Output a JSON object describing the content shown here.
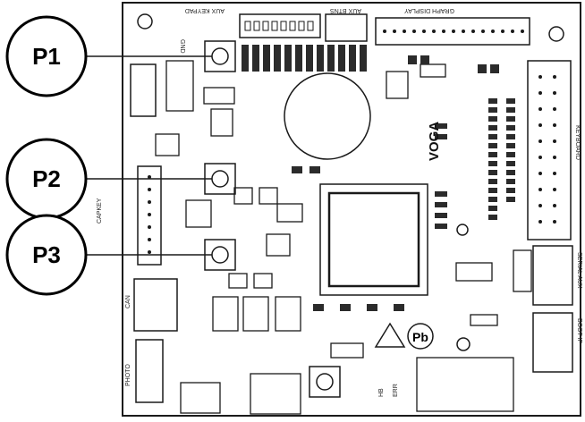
{
  "callouts": [
    {
      "label": "P1"
    },
    {
      "label": "P2"
    },
    {
      "label": "P3"
    }
  ],
  "silkscreen": {
    "aux_keypad": "AUX KEYPAD",
    "aux_btns": "AUX BTNS",
    "graph_display": "GRAPH DISPLAY",
    "gnd": "GND",
    "capkey": "CAPKEY",
    "can": "CAN",
    "photo": "PHOTO",
    "keyboard": "KEYBOARD",
    "serial_aux": "SERIAL AUX",
    "boot_if": "BOOT IF",
    "hb": "HB",
    "err": "ERR",
    "brand": "VOGA",
    "pb": "Pb"
  },
  "colors": {
    "outline": "#1a1a1a",
    "fill": "#ffffff",
    "component": "#2b2b2b"
  }
}
